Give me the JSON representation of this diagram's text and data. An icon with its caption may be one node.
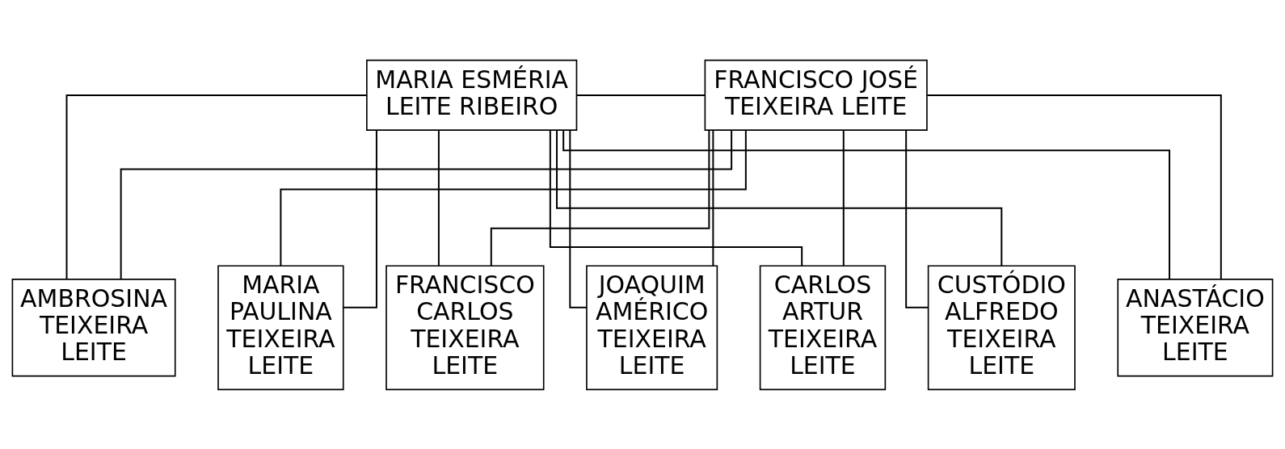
{
  "diagram": {
    "nodes": [
      {
        "text": [
          "MARIA ESMÉRIA LEITE RIBEIRO"
        ]
      },
      {
        "text": [
          "FRANCISCO JOSÉ TEIXEIRA LEITE"
        ]
      },
      {
        "text": [
          "AMBROSINA TEIXEIRA LEITE"
        ]
      },
      {
        "text": [
          "MARIA PAULINA TEIXEIRA LEITE"
        ]
      },
      {
        "text": [
          "FRANCISCO CARLOS TEIXEIRA LEITE"
        ]
      },
      {
        "text": [
          "JOAQUIM AMÉRICO TEIXEIRA LEITE"
        ]
      },
      {
        "text": [
          "CARLOS ARTUR TEIXEIRA LEITE"
        ]
      },
      {
        "text": [
          "CUSTÓDIO ALFREDO TEIXEIRA LEITE"
        ]
      },
      {
        "text": [
          "ANASTÁCIO TEIXEIRA LEITE"
        ]
      }
    ],
    "edges": [
      {
        "from": 0,
        "to": 1,
        "arrow": "none"
      },
      {
        "from": 0,
        "to": 2,
        "arrow": "none"
      },
      {
        "from": 1,
        "to": 2,
        "arrow": "none"
      },
      {
        "from": 0,
        "to": 3,
        "arrow": "none"
      },
      {
        "from": 1,
        "to": 3,
        "arrow": "none"
      },
      {
        "from": 0,
        "to": 4,
        "arrow": "none"
      },
      {
        "from": 1,
        "to": 4,
        "arrow": "none"
      },
      {
        "from": 0,
        "to": 5,
        "arrow": "none"
      },
      {
        "from": 1,
        "to": 5,
        "arrow": "none"
      },
      {
        "from": 0,
        "to": 6,
        "arrow": "none"
      },
      {
        "from": 1,
        "to": 6,
        "arrow": "none"
      },
      {
        "from": 0,
        "to": 7,
        "arrow": "none"
      },
      {
        "from": 1,
        "to": 7,
        "arrow": "none"
      },
      {
        "from": 0,
        "to": 8,
        "arrow": "none"
      },
      {
        "from": 1,
        "to": 8,
        "arrow": "none"
      }
    ]
  }
}
